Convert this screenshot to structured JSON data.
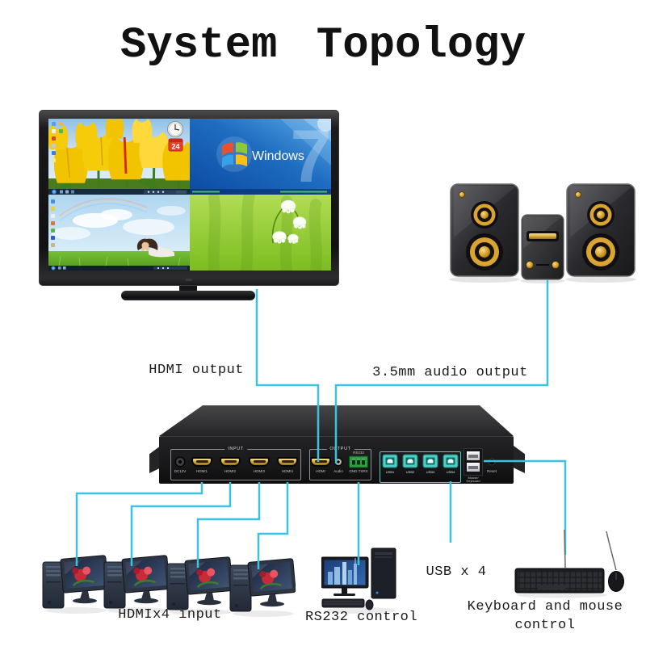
{
  "title": "System Topology",
  "connections": {
    "hdmi_output_label": "HDMI output",
    "audio_output_label": "3.5mm audio output",
    "hdmi_input_label": "HDMIx4 input",
    "rs232_label": "RS232 control",
    "usb_label": "USB x 4",
    "keyboard_mouse_label": "Keyboard and mouse control"
  },
  "tv": {
    "windows_text": "Windows",
    "windows_seven": "7",
    "calendar_day": "24"
  },
  "device": {
    "input_section_label": "INPUT",
    "output_section_label": "OUTPUT",
    "ports": {
      "dc": "DC12V",
      "hdmi_in": [
        "HDMI1",
        "HDMI2",
        "HDMI3",
        "HDMI4"
      ],
      "hdmi_out": "HDMI",
      "audio": "Audio",
      "rs232_title": "RS232",
      "rs232_pins": "GND TXRX",
      "usb": [
        "USB1",
        "USB2",
        "USB3",
        "USB4"
      ],
      "kb1": "Mouse/",
      "kb2": "Keyboard",
      "reset": "Reset"
    }
  },
  "colors": {
    "connector_cyan": "#3bc2de",
    "gold": "#d8a83c",
    "usb_teal": "#4ecfc5",
    "rs232_green": "#2f9e42"
  }
}
